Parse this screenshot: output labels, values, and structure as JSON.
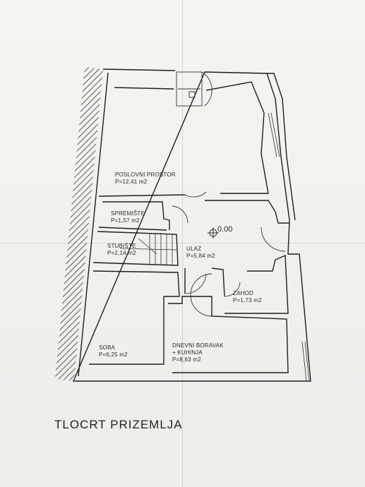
{
  "title": "TLOCRT PRIZEMLJA",
  "elevation": "0.00",
  "rooms": [
    {
      "name": "POSLOVNI PROSTOR",
      "area": "P=12,41 m2"
    },
    {
      "name": "SPREMIŠTE",
      "area": "P=1,57 m2"
    },
    {
      "name": "STUBIŠTE",
      "area": "P=2,14 m2"
    },
    {
      "name": "ULAZ",
      "area": "P=5,84 m2"
    },
    {
      "name": "ZAHOD",
      "area": "P=1,73 m2"
    },
    {
      "name": "SOBA",
      "area": "P=6,25 m2"
    },
    {
      "name": "DNEVNI BORAVAK",
      "name2": "+ KUHINJA",
      "area": "P=8,63 m2"
    }
  ]
}
